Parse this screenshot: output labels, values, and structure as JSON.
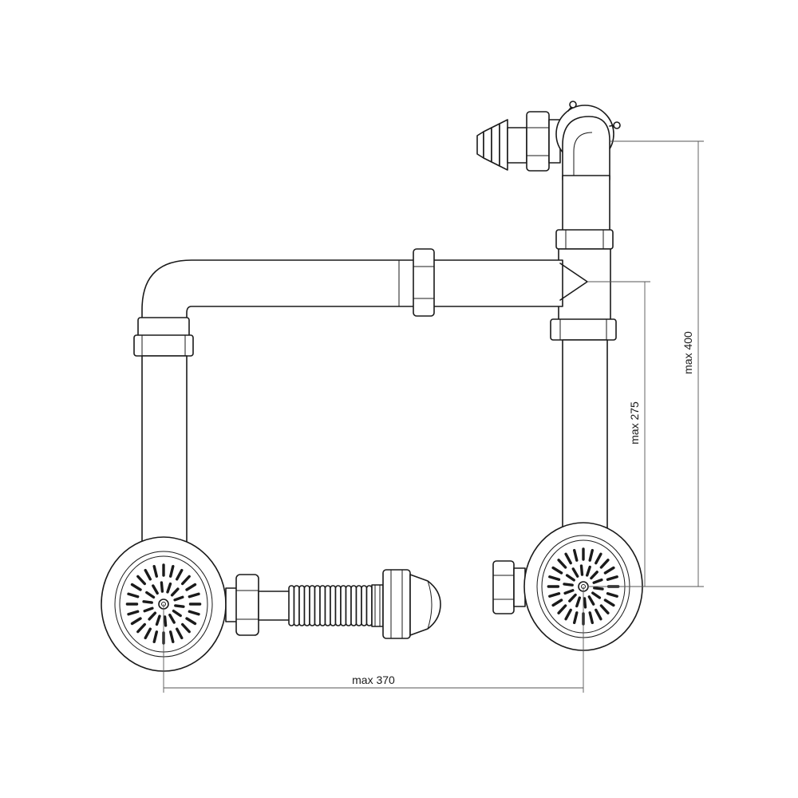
{
  "dimensions": {
    "width_label": "max 370",
    "outlet_height_label": "max 275",
    "total_height_label": "max 400"
  },
  "colors": {
    "line": "#1a1a1a",
    "dimension_line": "#555555",
    "background": "#ffffff"
  }
}
